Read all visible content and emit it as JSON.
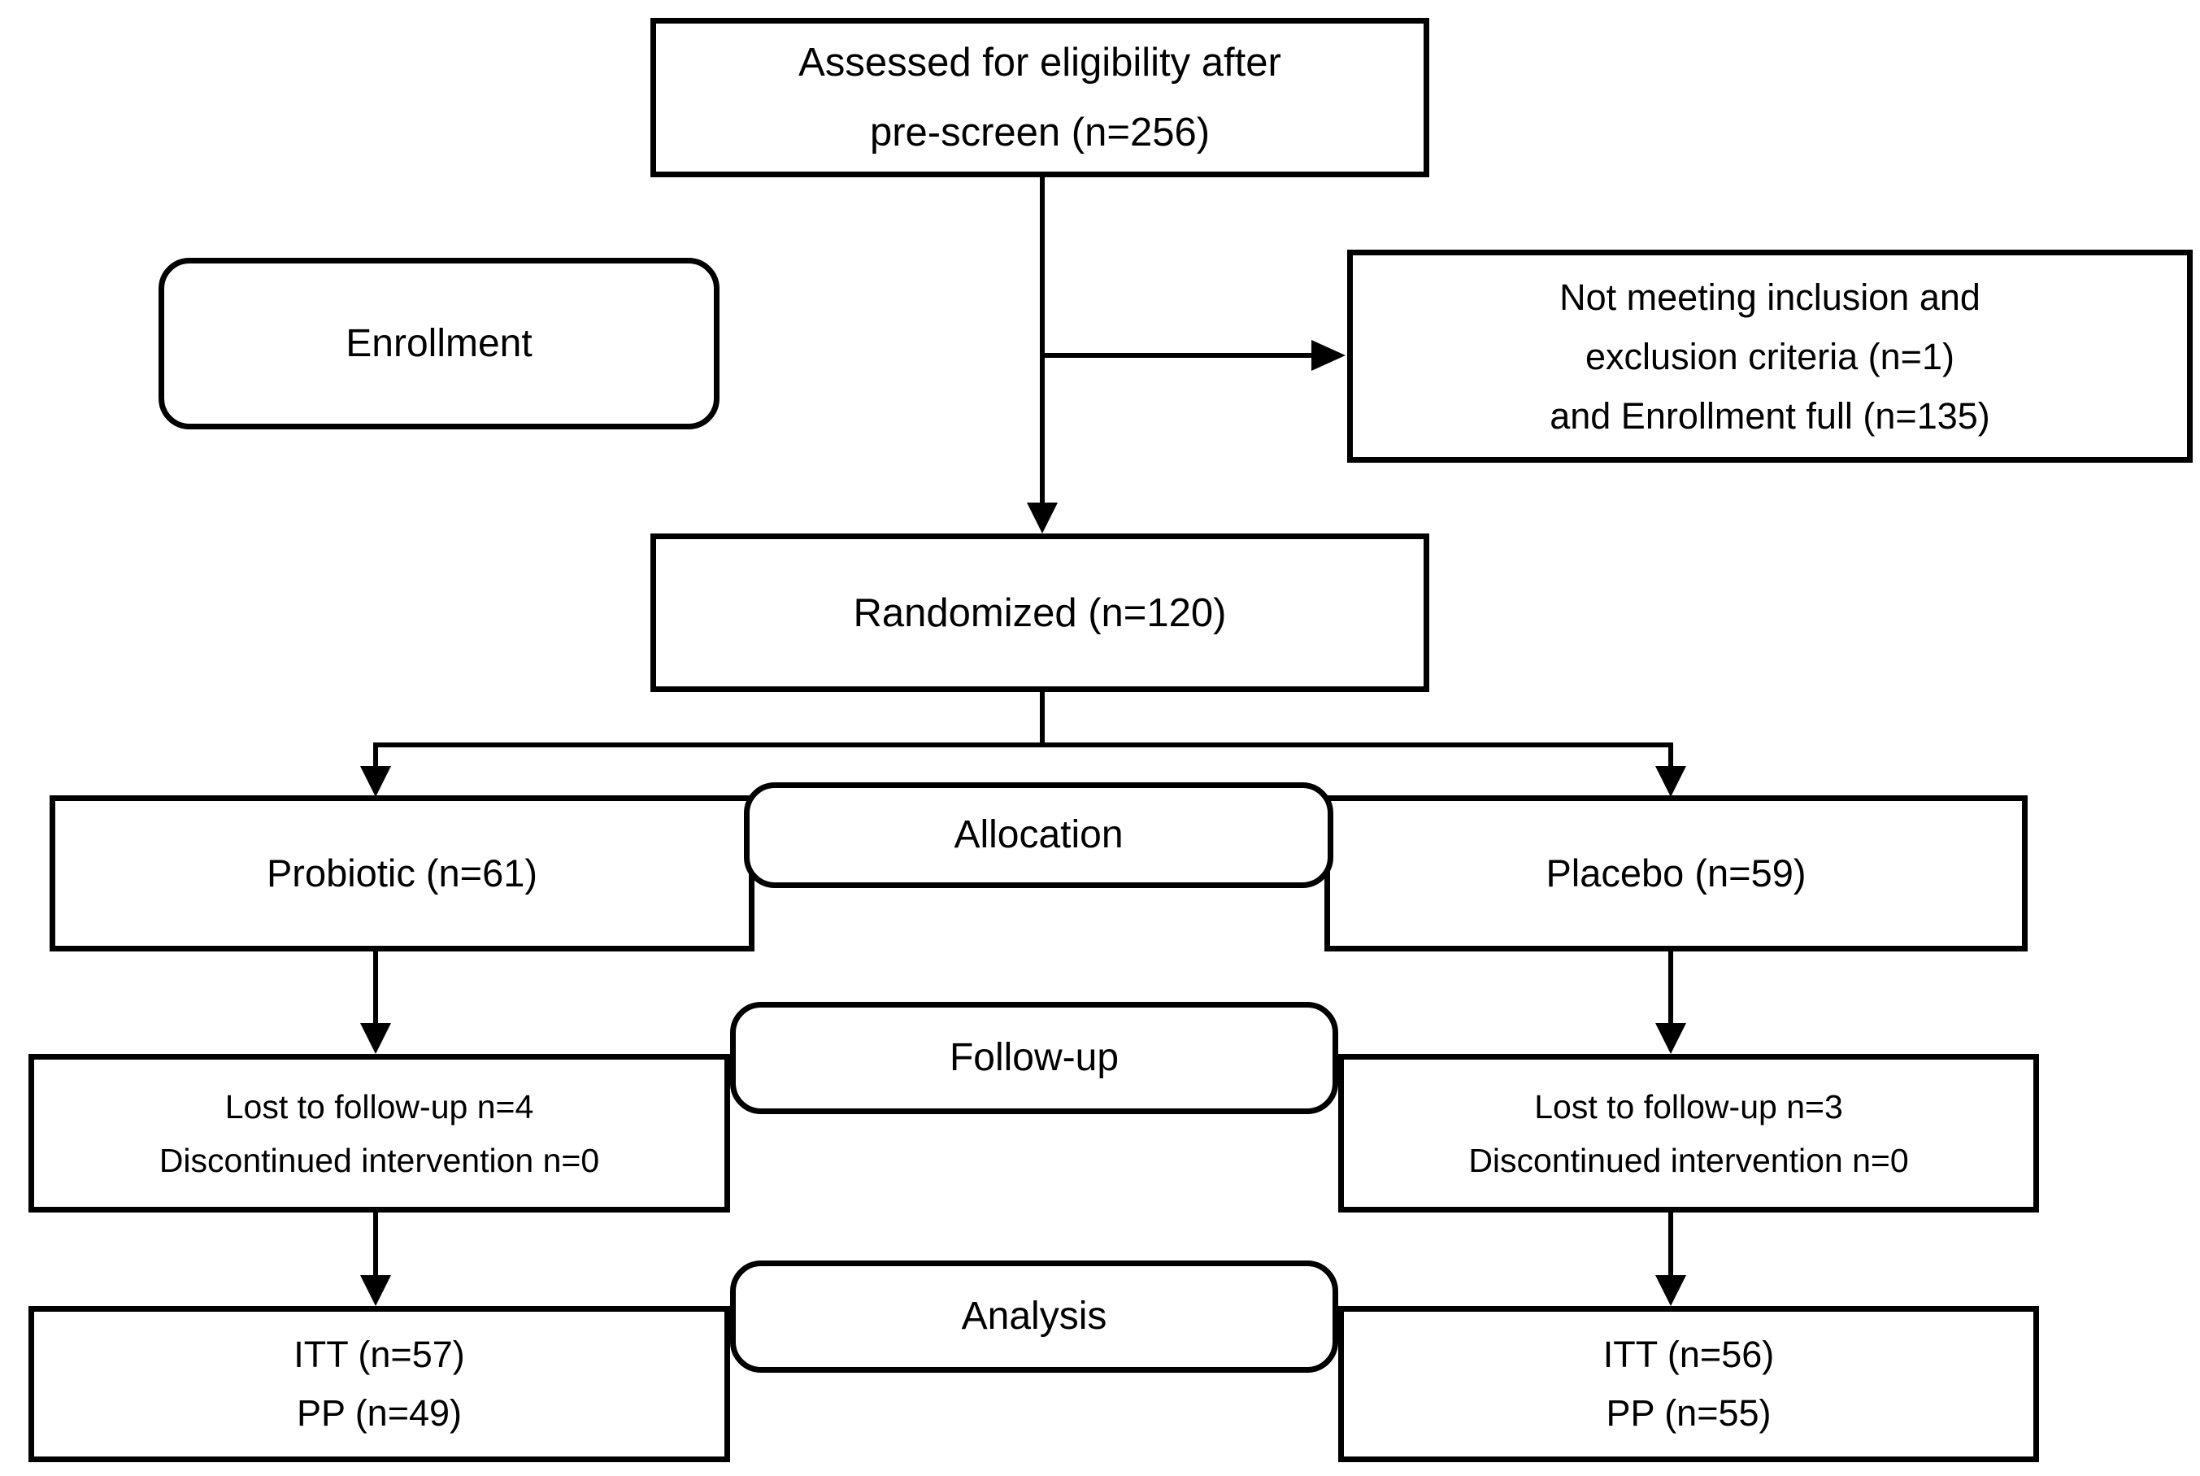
{
  "diagram": {
    "title": "CONSORT participant flow diagram",
    "colors": {
      "line": "#000000",
      "background": "#ffffff",
      "box_fill": "#ffffff"
    },
    "boxes": {
      "assessed": {
        "line1": "Assessed for eligibility after",
        "line2": "pre-screen (n=256)"
      },
      "enrollment_label": "Enrollment",
      "not_meeting": {
        "line1": "Not meeting inclusion and",
        "line2": "exclusion criteria (n=1)",
        "line3": "and Enrollment full (n=135)"
      },
      "randomized": "Randomized (n=120)",
      "allocation_label": "Allocation",
      "probiotic": "Probiotic (n=61)",
      "placebo": "Placebo (n=59)",
      "followup_label": "Follow-up",
      "probiotic_followup": {
        "line1": "Lost to follow-up n=4",
        "line2": "Discontinued intervention n=0"
      },
      "placebo_followup": {
        "line1": "Lost to follow-up n=3",
        "line2": "Discontinued intervention n=0"
      },
      "analysis_label": "Analysis",
      "probiotic_analysis": {
        "line1": "ITT (n=57)",
        "line2": "PP (n=49)"
      },
      "placebo_analysis": {
        "line1": "ITT (n=56)",
        "line2": "PP (n=55)"
      }
    }
  }
}
